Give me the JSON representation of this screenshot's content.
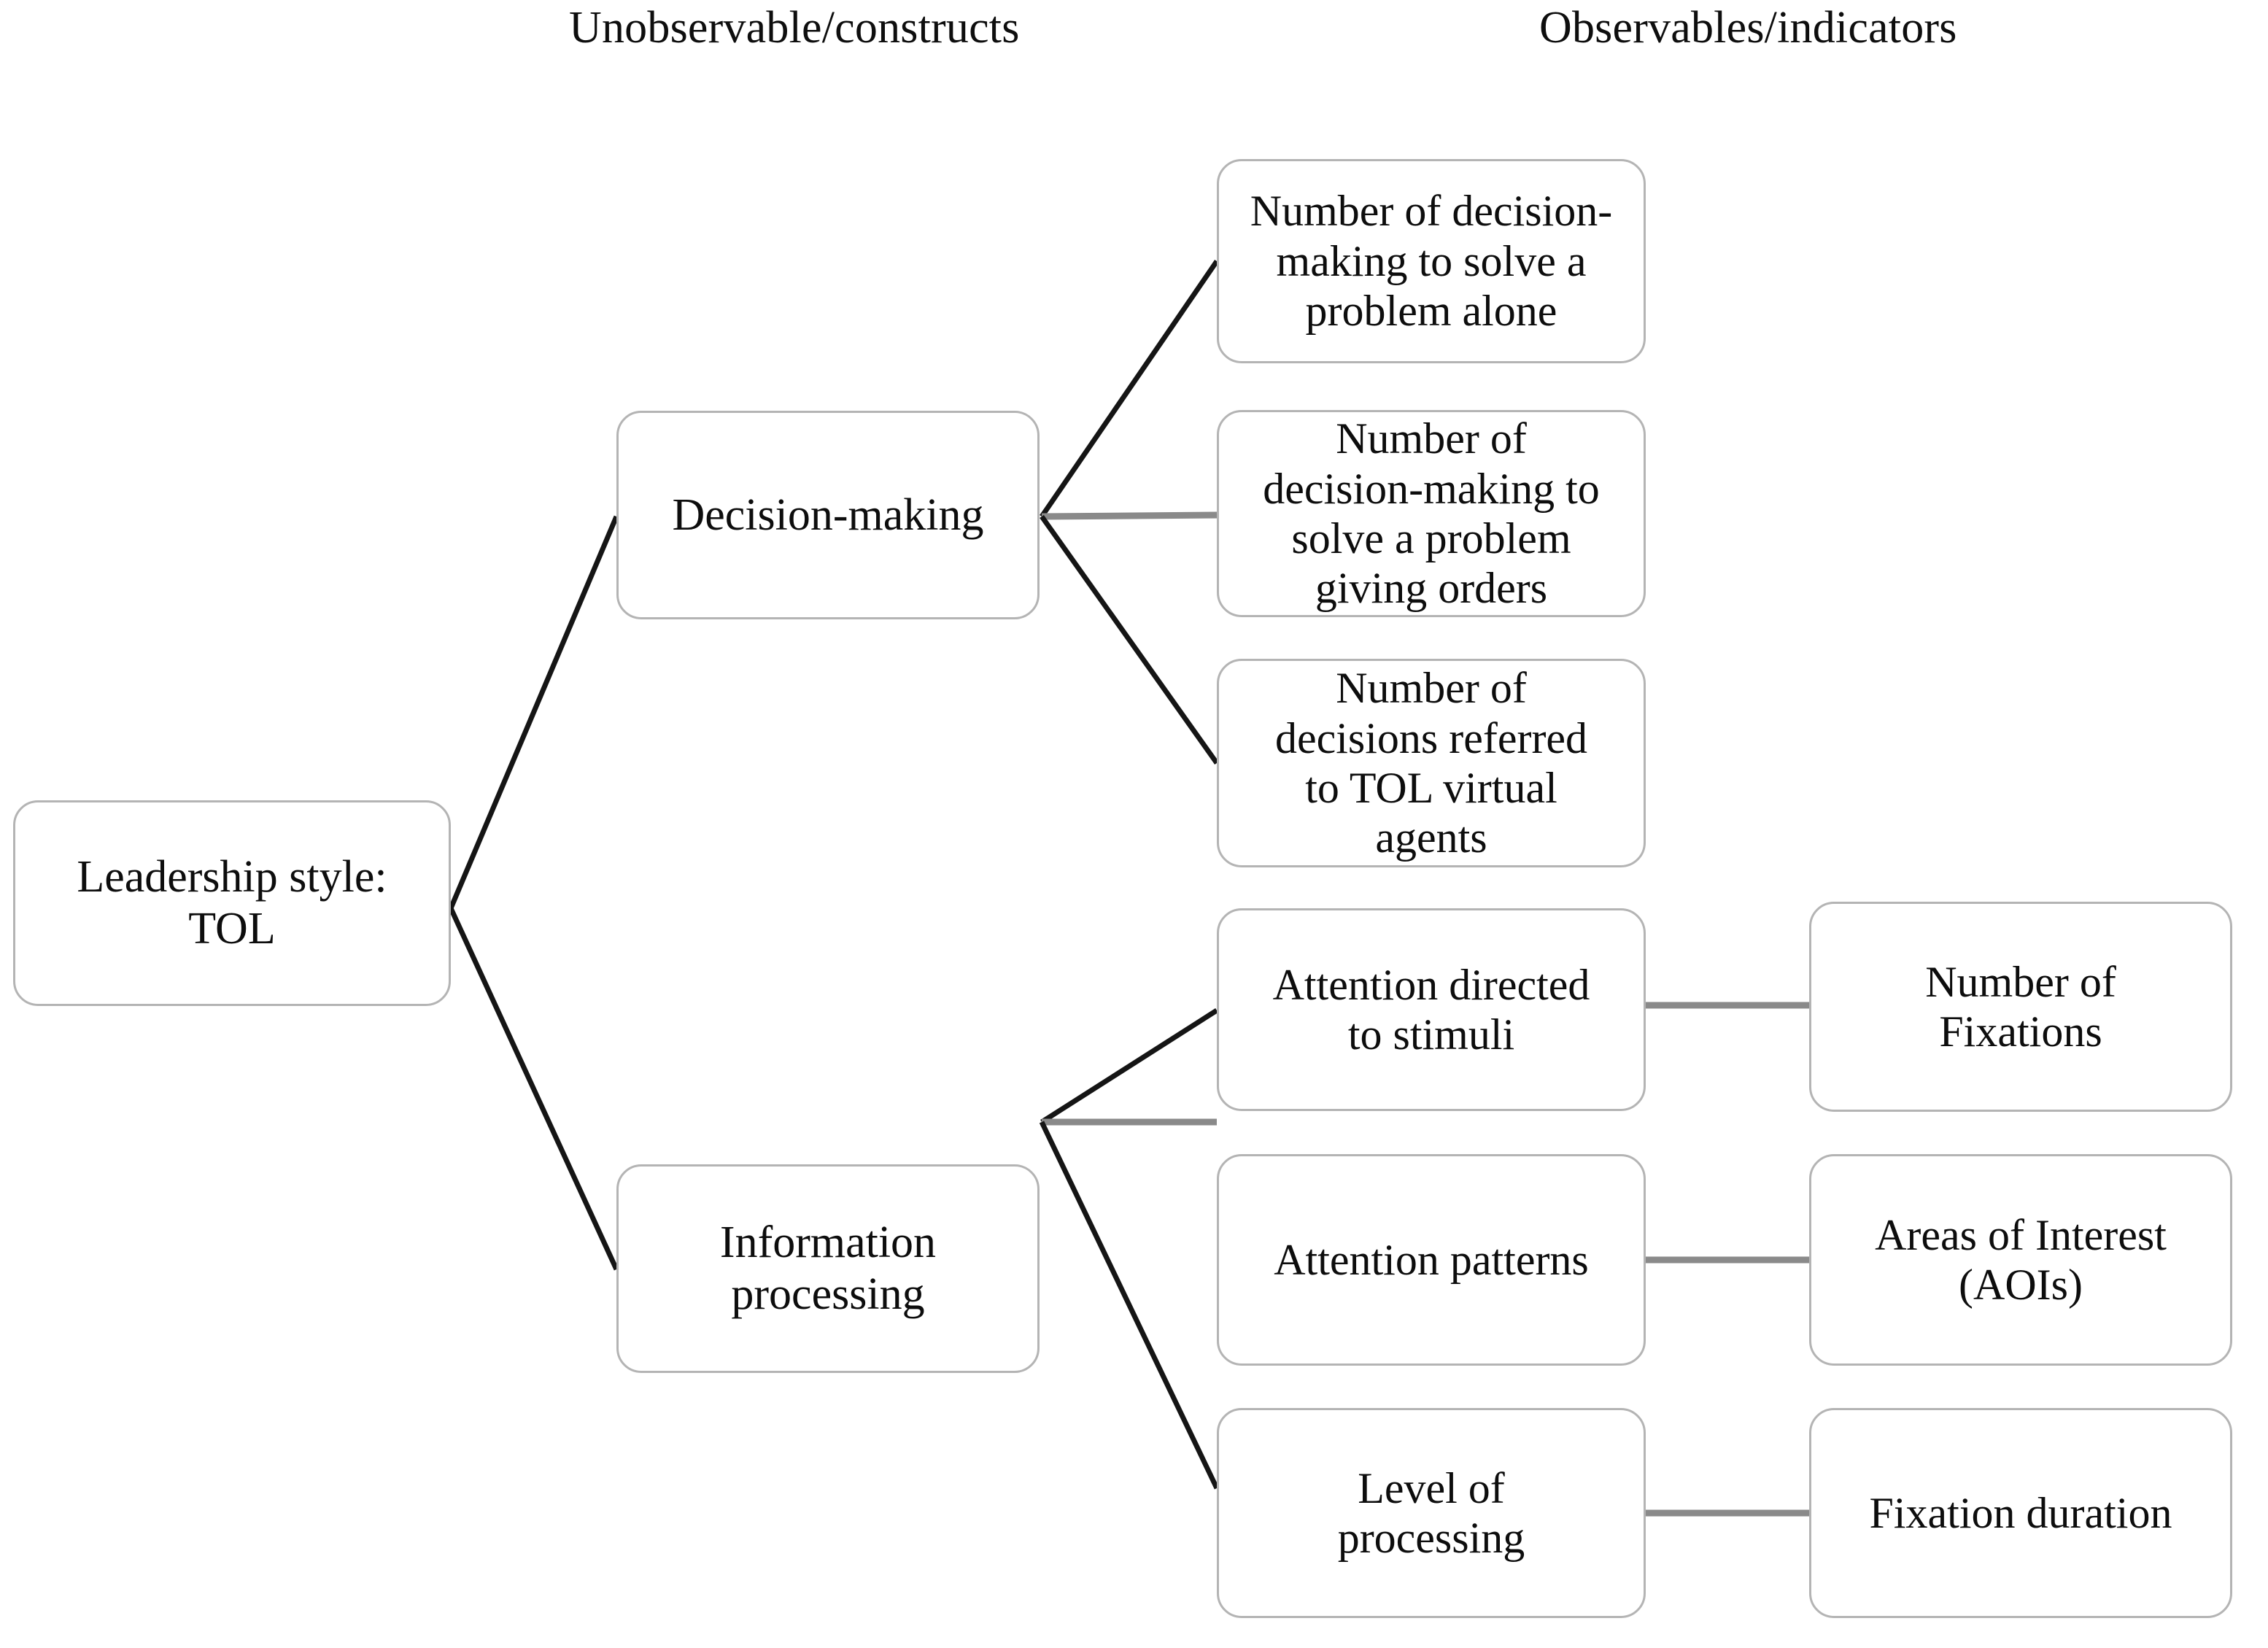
{
  "columns": {
    "left_header": "Unobservable/constructs",
    "right_header": "Observables/indicators"
  },
  "nodes": {
    "root": "Leadership style:\nTOL",
    "construct_decision_making": "Decision-making",
    "construct_information_processing": "Information\nprocessing",
    "indicator_decisions_alone": "Number of decision-\nmaking to solve a\nproblem alone",
    "indicator_decisions_orders": "Number of\ndecision-making to\nsolve a problem\ngiving orders",
    "indicator_decisions_referred": "Number of\ndecisions referred\nto TOL virtual\nagents",
    "mediator_attention_directed": "Attention directed\nto stimuli",
    "mediator_attention_patterns": "Attention patterns",
    "mediator_level_processing": "Level of\nprocessing",
    "measure_number_fixations": "Number of\nFixations",
    "measure_areas_of_interest": "Areas of Interest\n(AOIs)",
    "measure_fixation_duration": "Fixation duration"
  },
  "colors": {
    "box_border": "#b4b4b4",
    "box_fill": "#ffffff",
    "edge_dark": "#151515",
    "edge_gray": "#8a8a8a",
    "text": "#0d0d0d",
    "background": "#ffffff"
  },
  "chart_data": {
    "type": "diagram",
    "title": "Unobservable constructs mapped to observable indicators",
    "layout": "left-to-right hierarchical tree",
    "columns": [
      "Unobservable/constructs",
      "Observables/indicators"
    ],
    "edges": [
      {
        "from": "Leadership style: TOL",
        "to": "Decision-making",
        "style": "dark-diagonal"
      },
      {
        "from": "Leadership style: TOL",
        "to": "Information processing",
        "style": "dark-diagonal"
      },
      {
        "from": "Decision-making",
        "to": "Number of decision-making to solve a problem alone",
        "style": "dark-diagonal"
      },
      {
        "from": "Decision-making",
        "to": "Number of decision-making to solve a problem giving orders",
        "style": "gray-horizontal"
      },
      {
        "from": "Decision-making",
        "to": "Number of decisions referred to TOL virtual agents",
        "style": "dark-diagonal"
      },
      {
        "from": "Information processing",
        "to": "Attention directed to stimuli",
        "style": "dark-diagonal"
      },
      {
        "from": "Information processing",
        "to": "Attention patterns",
        "style": "gray-horizontal"
      },
      {
        "from": "Information processing",
        "to": "Level of processing",
        "style": "dark-diagonal"
      },
      {
        "from": "Attention directed to stimuli",
        "to": "Number of Fixations",
        "style": "gray-horizontal"
      },
      {
        "from": "Attention patterns",
        "to": "Areas of Interest (AOIs)",
        "style": "gray-horizontal"
      },
      {
        "from": "Level of processing",
        "to": "Fixation duration",
        "style": "gray-horizontal"
      }
    ]
  }
}
